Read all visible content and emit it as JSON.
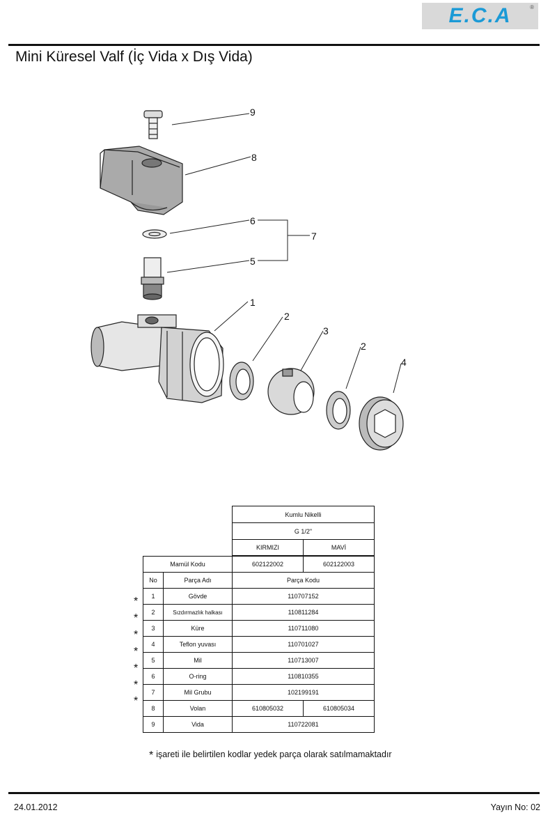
{
  "brand": {
    "logo": "E.C.A",
    "reg": "®"
  },
  "title": "Mini Küresel Valf (İç Vida x Dış Vida)",
  "callouts": [
    "9",
    "8",
    "6",
    "7",
    "5",
    "1",
    "2",
    "3",
    "2",
    "4"
  ],
  "table": {
    "finish": "Kumlu Nikelli",
    "size": "G 1/2\"",
    "variants": [
      "KIRMIZI",
      "MAVİ"
    ],
    "product_code_label": "Mamül Kodu",
    "product_codes": [
      "602122002",
      "602122003"
    ],
    "col_no": "No",
    "col_part_name": "Parça Adı",
    "col_part_code": "Parça Kodu",
    "rows": [
      {
        "no": "1",
        "name": "Gövde",
        "code": "110707152",
        "star": "*"
      },
      {
        "no": "2",
        "name": "Sızdırmazlık halkası",
        "code": "110811284",
        "star": "*"
      },
      {
        "no": "3",
        "name": "Küre",
        "code": "110711080",
        "star": "*"
      },
      {
        "no": "4",
        "name": "Teflon yuvası",
        "code": "110701027",
        "star": "*"
      },
      {
        "no": "5",
        "name": "Mil",
        "code": "110713007",
        "star": "*"
      },
      {
        "no": "6",
        "name": "O-ring",
        "code": "110810355",
        "star": "*"
      },
      {
        "no": "7",
        "name": "Mil Grubu",
        "code": "102199191",
        "star": "*"
      },
      {
        "no": "8",
        "name": "Volan",
        "code_a": "610805032",
        "code_b": "610805034"
      },
      {
        "no": "9",
        "name": "Vida",
        "code": "110722081"
      }
    ]
  },
  "note": {
    "mark": "*",
    "text": "işareti ile belirtilen kodlar yedek parça olarak satılmamaktadır"
  },
  "footer": {
    "date": "24.01.2012",
    "edition": "Yayın No: 02"
  }
}
